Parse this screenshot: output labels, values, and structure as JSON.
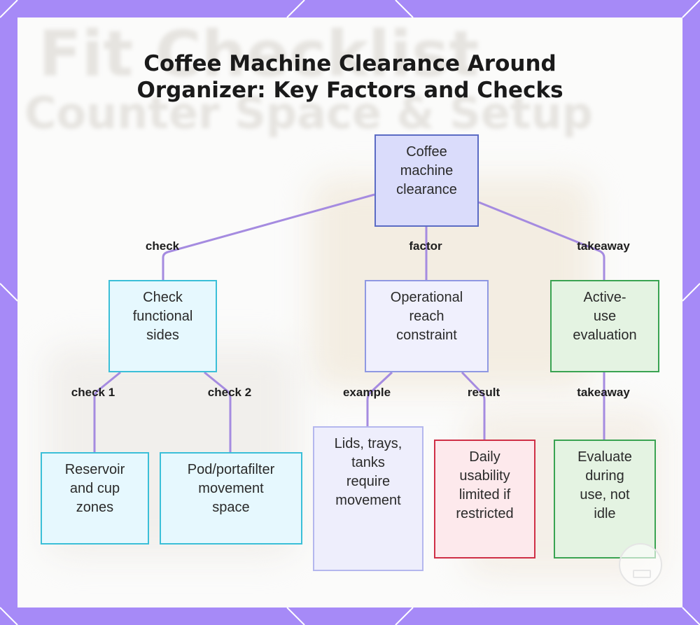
{
  "title": {
    "line1": "Coffee Machine Clearance Around",
    "line2": "Organizer: Key Factors and Checks"
  },
  "background": {
    "ghost_text_1": "Fit Checklist",
    "ghost_text_2": "Counter Space & Setup"
  },
  "nodes": {
    "root": [
      "Coffee",
      "machine",
      "clearance"
    ],
    "check_sides": [
      "Check",
      "functional",
      "sides"
    ],
    "operational": [
      "Operational",
      "reach",
      "constraint"
    ],
    "active_use": [
      "Active-",
      "use",
      "evaluation"
    ],
    "reservoir": [
      "Reservoir",
      "and cup",
      "zones"
    ],
    "pod": [
      "Pod/portafilter",
      "movement",
      "space"
    ],
    "lids": [
      "Lids, trays,",
      "tanks",
      "require",
      "movement"
    ],
    "daily": [
      "Daily",
      "usability",
      "limited if",
      "restricted"
    ],
    "evaluate": [
      "Evaluate",
      "during",
      "use, not",
      "idle"
    ]
  },
  "edge_labels": {
    "check": "check",
    "factor": "factor",
    "takeaway_1": "takeaway",
    "check_1": "check 1",
    "check_2": "check 2",
    "example": "example",
    "result": "result",
    "takeaway_2": "takeaway"
  },
  "colors": {
    "frame": "#a68af7",
    "edge": "#a58be0",
    "root_fill": "#dadcfb",
    "root_border": "#5b6bc4",
    "cyan_fill": "#e6f8fe",
    "cyan_border": "#3bbfd8",
    "lavender_fill": "#f0f0fd",
    "lavender_border": "#8f98e2",
    "lavender2_fill": "#eeeefc",
    "lavender2_border": "#b4b7ee",
    "green_fill": "#e4f3e2",
    "green_border": "#3aa352",
    "red_fill": "#fde9ec",
    "red_border": "#cf2f46"
  }
}
